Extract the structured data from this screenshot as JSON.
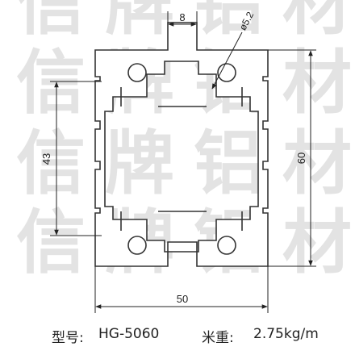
{
  "watermark": {
    "chars": [
      "信",
      "牌",
      "铝",
      "材"
    ]
  },
  "profile": {
    "fill_color": "#ffffff",
    "stroke_color": "#333333"
  },
  "dimensions": {
    "slot_width": "8",
    "hole_diameter": "ø5.2",
    "inner_height": "43",
    "overall_height": "60",
    "overall_width": "50"
  },
  "caption": {
    "model_label": "型号:",
    "model_value": "HG-5060",
    "weight_label": "米重:",
    "weight_value": "2.75kg/m"
  }
}
